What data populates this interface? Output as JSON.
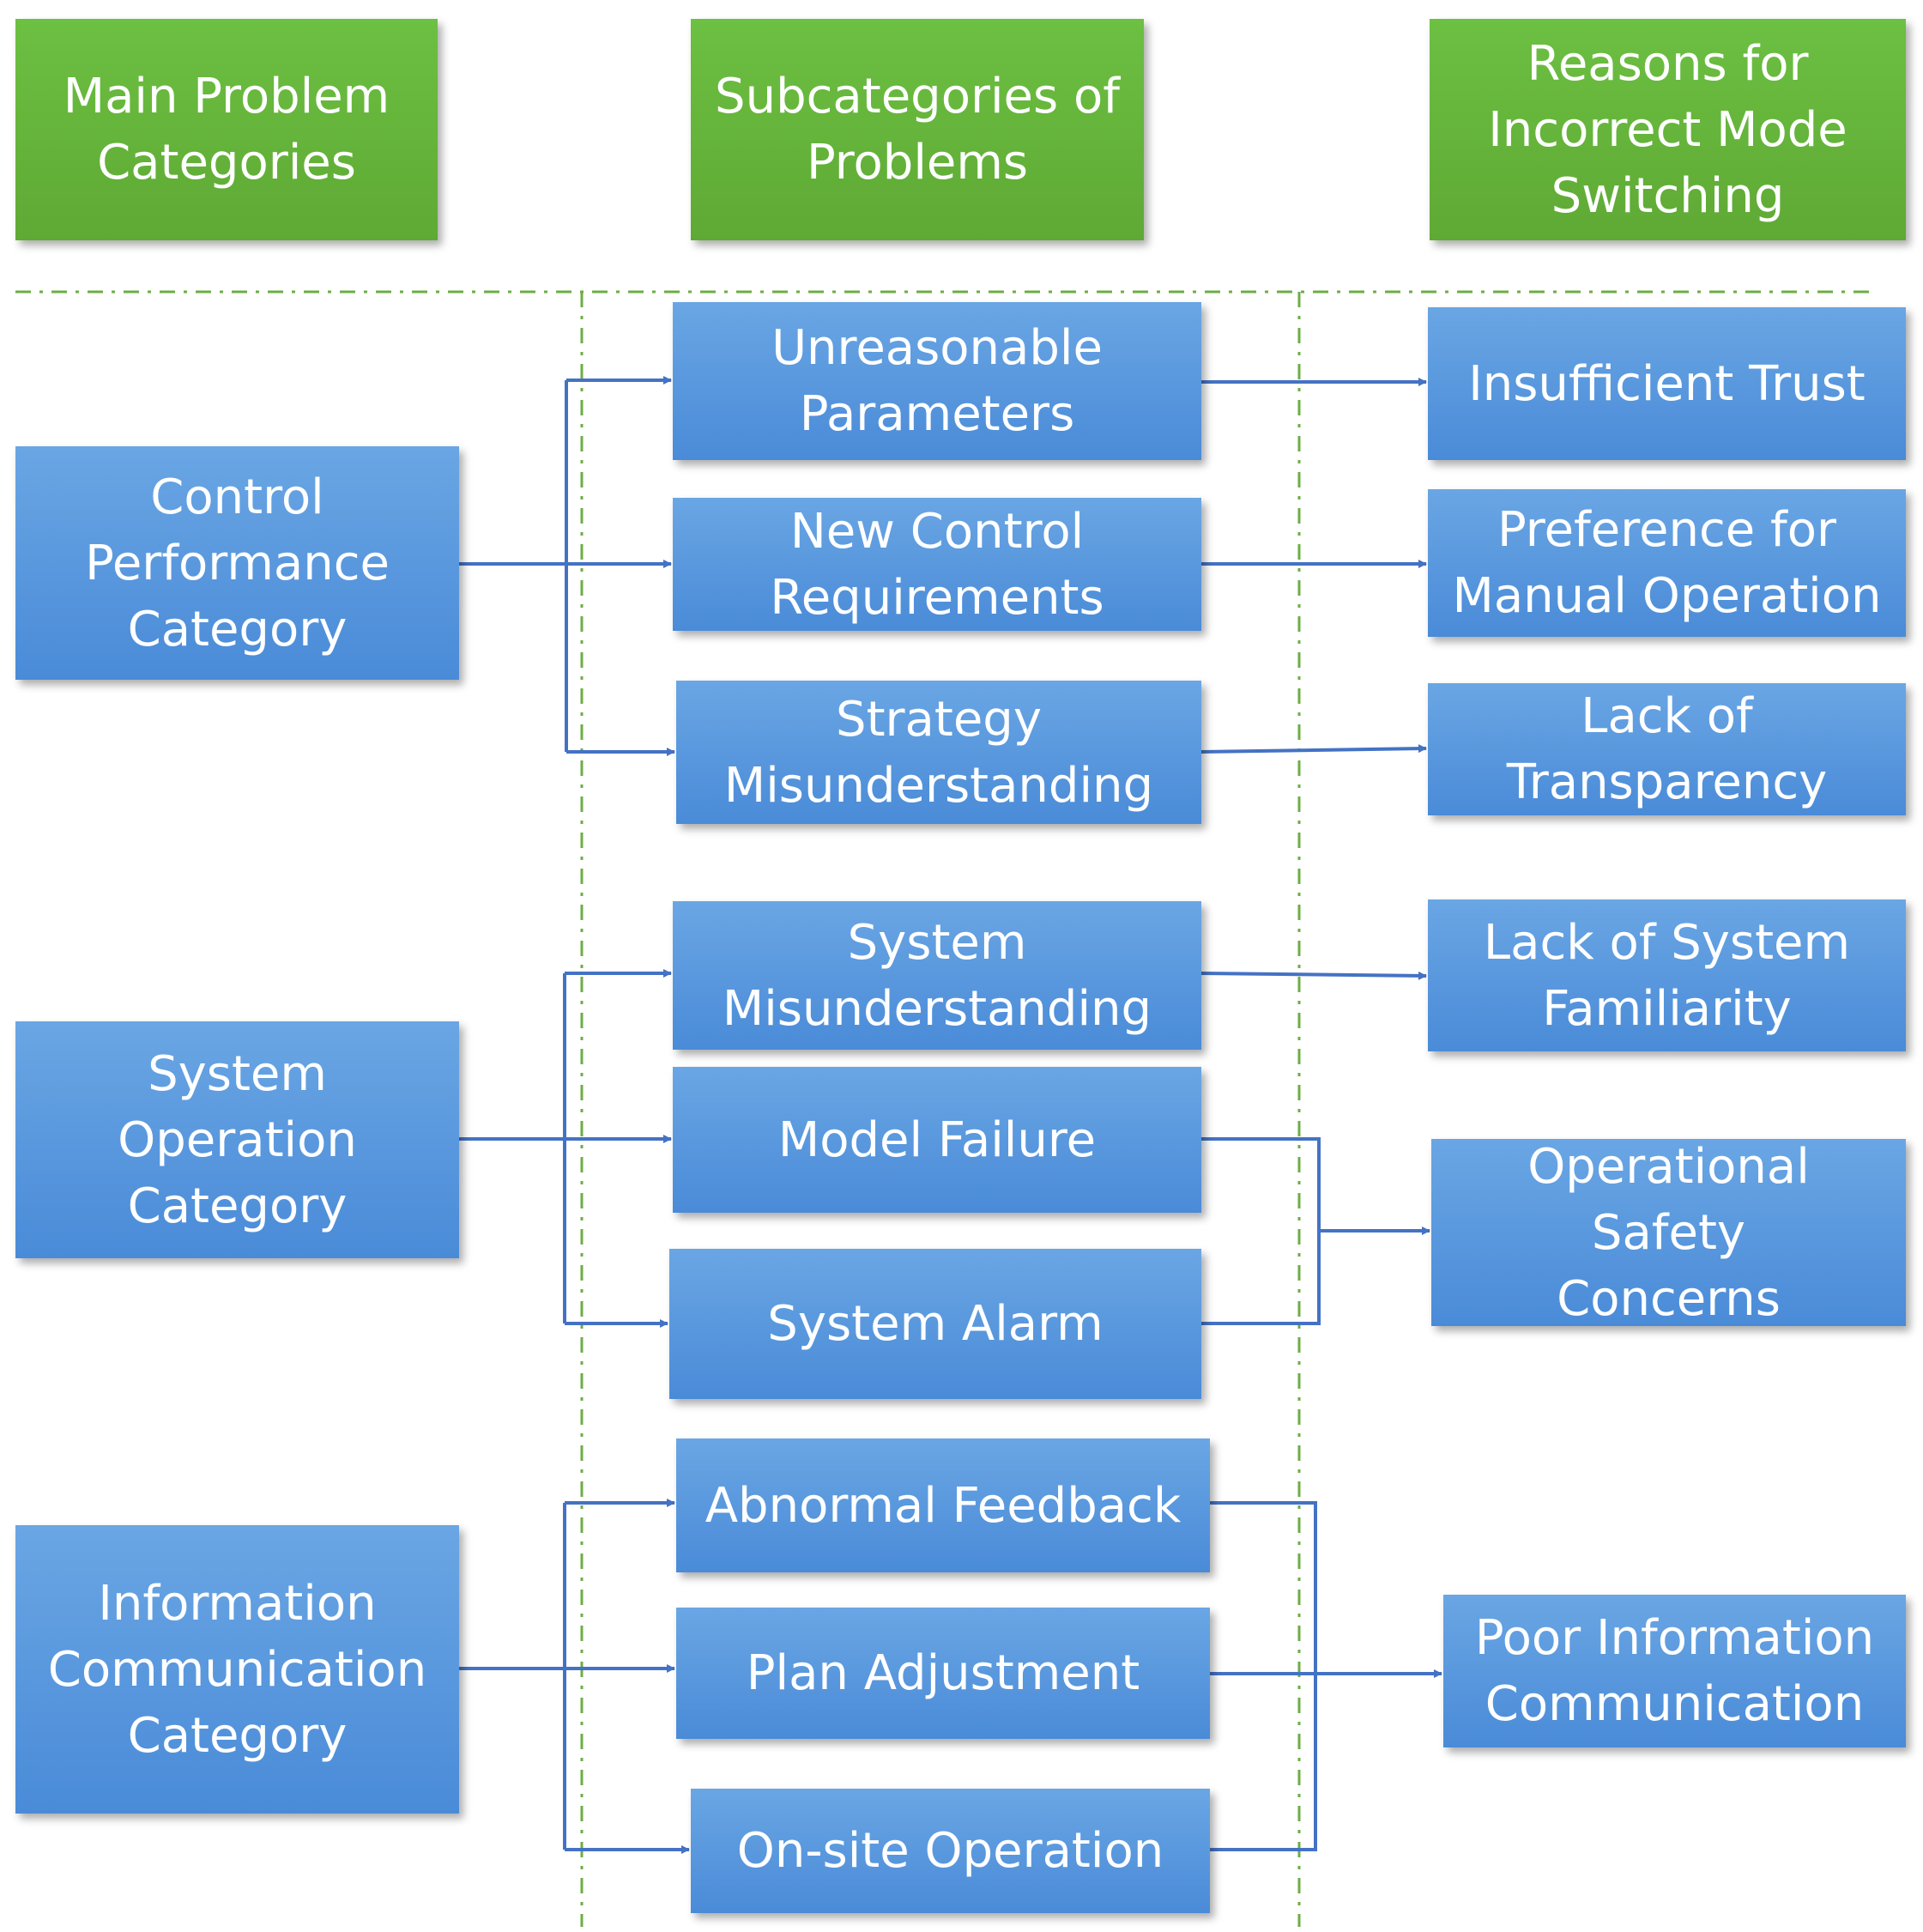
{
  "headers": {
    "main": "Main Problem Categories",
    "sub": "Subcategories of Problems",
    "reasons": "Reasons for Incorrect Mode Switching"
  },
  "main_categories": [
    "Control Performance Category",
    "System Operation Category",
    "Information Communication Category"
  ],
  "subcategories": [
    "Unreasonable Parameters",
    "New Control Requirements",
    "Strategy Misunderstanding",
    "System Misunderstanding",
    "Model Failure",
    "System Alarm",
    "Abnormal Feedback",
    "Plan Adjustment",
    "On-site Operation"
  ],
  "reasons": [
    "Insufficient Trust",
    "Preference for Manual Operation",
    "Lack of Transparency",
    "Lack of System Familiarity",
    "Operational Safety Concerns",
    "Poor Information Communication"
  ],
  "colors": {
    "header_green": "#66b43c",
    "box_blue": "#5a99de",
    "connector": "#4472c4",
    "divider": "#6cae45"
  }
}
